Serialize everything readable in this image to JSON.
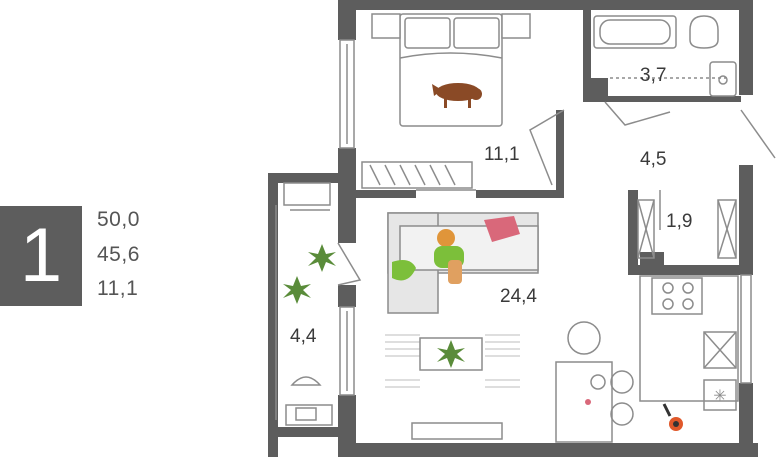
{
  "summary": {
    "room_count": "1",
    "total_area": "50,0",
    "living_area": "45,6",
    "third_area": "11,1"
  },
  "rooms": {
    "bedroom": "11,1",
    "bathroom": "3,7",
    "hallway": "4,5",
    "storage": "1,9",
    "living_kitchen": "24,4",
    "balcony": "4,4"
  },
  "colors": {
    "wall": "#5d5d5d",
    "accent_green": "#7cbf3a",
    "accent_pink": "#d9687a",
    "dog_brown": "#8a4a26",
    "line": "#8c8c8c"
  }
}
